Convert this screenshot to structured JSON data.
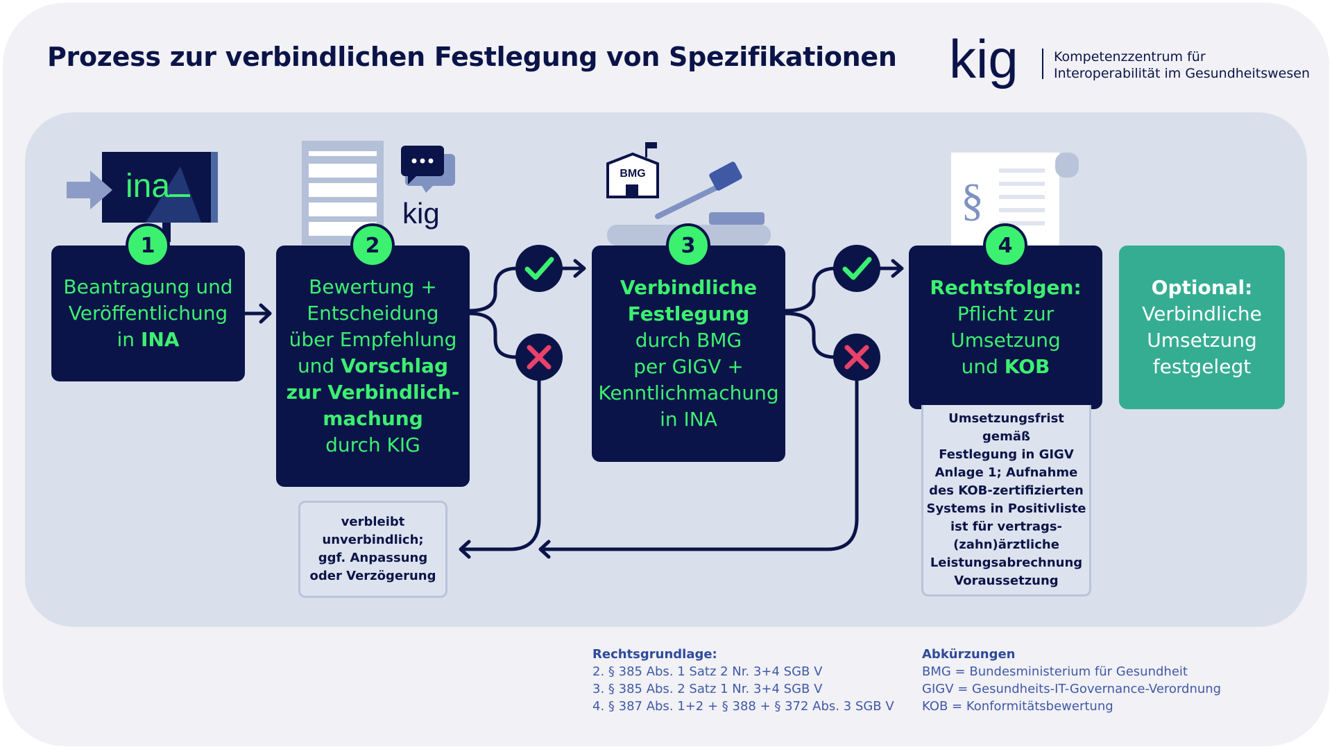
{
  "title": "Prozess zur verbindlichen Festlegung von Spezifikationen",
  "logo": {
    "wordmark": "kig",
    "line1": "Kompetenzzentrum für",
    "line2": "Interoperabilität im Gesundheitswesen"
  },
  "illustrations": {
    "ina_screen_text": "ina",
    "kig_mark": "kig",
    "bmg_building_label": "BMG",
    "paragraph_sign": "§"
  },
  "steps": [
    {
      "number": "1",
      "lines": [
        [
          {
            "t": "Beantragung und"
          }
        ],
        [
          {
            "t": "Veröffentlichung"
          }
        ],
        [
          {
            "t": "in "
          },
          {
            "t": "INA",
            "b": true
          }
        ]
      ]
    },
    {
      "number": "2",
      "lines": [
        [
          {
            "t": "Bewertung +"
          }
        ],
        [
          {
            "t": "Entscheidung"
          }
        ],
        [
          {
            "t": "über Empfehlung"
          }
        ],
        [
          {
            "t": "und "
          },
          {
            "t": "Vorschlag",
            "b": true
          }
        ],
        [
          {
            "t": "zur Verbindlich-",
            "b": true
          }
        ],
        [
          {
            "t": "machung",
            "b": true
          }
        ],
        [
          {
            "t": "durch KIG"
          }
        ]
      ]
    },
    {
      "number": "3",
      "lines": [
        [
          {
            "t": "Verbindliche",
            "b": true
          }
        ],
        [
          {
            "t": "Festlegung",
            "b": true
          }
        ],
        [
          {
            "t": "durch BMG"
          }
        ],
        [
          {
            "t": "per GIGV +"
          }
        ],
        [
          {
            "t": "Kenntlichmachung"
          }
        ],
        [
          {
            "t": "in INA"
          }
        ]
      ]
    },
    {
      "number": "4",
      "lines": [
        [
          {
            "t": "Rechtsfolgen:",
            "b": true
          }
        ],
        [
          {
            "t": "Pflicht zur"
          }
        ],
        [
          {
            "t": "Umsetzung"
          }
        ],
        [
          {
            "t": "und "
          },
          {
            "t": "KOB",
            "b": true
          }
        ]
      ]
    }
  ],
  "optional": {
    "title": "Optional:",
    "lines": [
      "Verbindliche",
      "Umsetzung",
      "festgelegt"
    ]
  },
  "notes": {
    "unbinding": [
      "verbleibt",
      "unverbindlich;",
      "ggf. Anpassung",
      "oder Verzögerung"
    ],
    "implementation": [
      "Umsetzungsfrist gemäß",
      "Festlegung in GIGV",
      "Anlage 1; Aufnahme",
      "des KOB-zertifizierten",
      "Systems in Positivliste",
      "ist für vertrags-",
      "(zahn)ärztliche",
      "Leistungsabrechnung",
      "Voraussetzung"
    ]
  },
  "legal_basis": {
    "heading": "Rechtsgrundlage:",
    "items": [
      "2. § 385 Abs. 1 Satz 2 Nr. 3+4 SGB V",
      "3. § 385 Abs. 2 Satz 1 Nr. 3+4 SGB V",
      "4. § 387 Abs. 1+2 + § 388 + § 372 Abs. 3 SGB V"
    ]
  },
  "abbreviations": {
    "heading": "Abkürzungen",
    "items": [
      "BMG = Bundesministerium für Gesundheit",
      "GIGV = Gesundheits-IT-Governance-Verordnung",
      "KOB = Konformitätsbewertung"
    ]
  },
  "colors": {
    "navy": "#0b1448",
    "green": "#3cf070",
    "teal": "#35ad92",
    "red": "#e8426b",
    "panel": "#d9e0ec"
  }
}
